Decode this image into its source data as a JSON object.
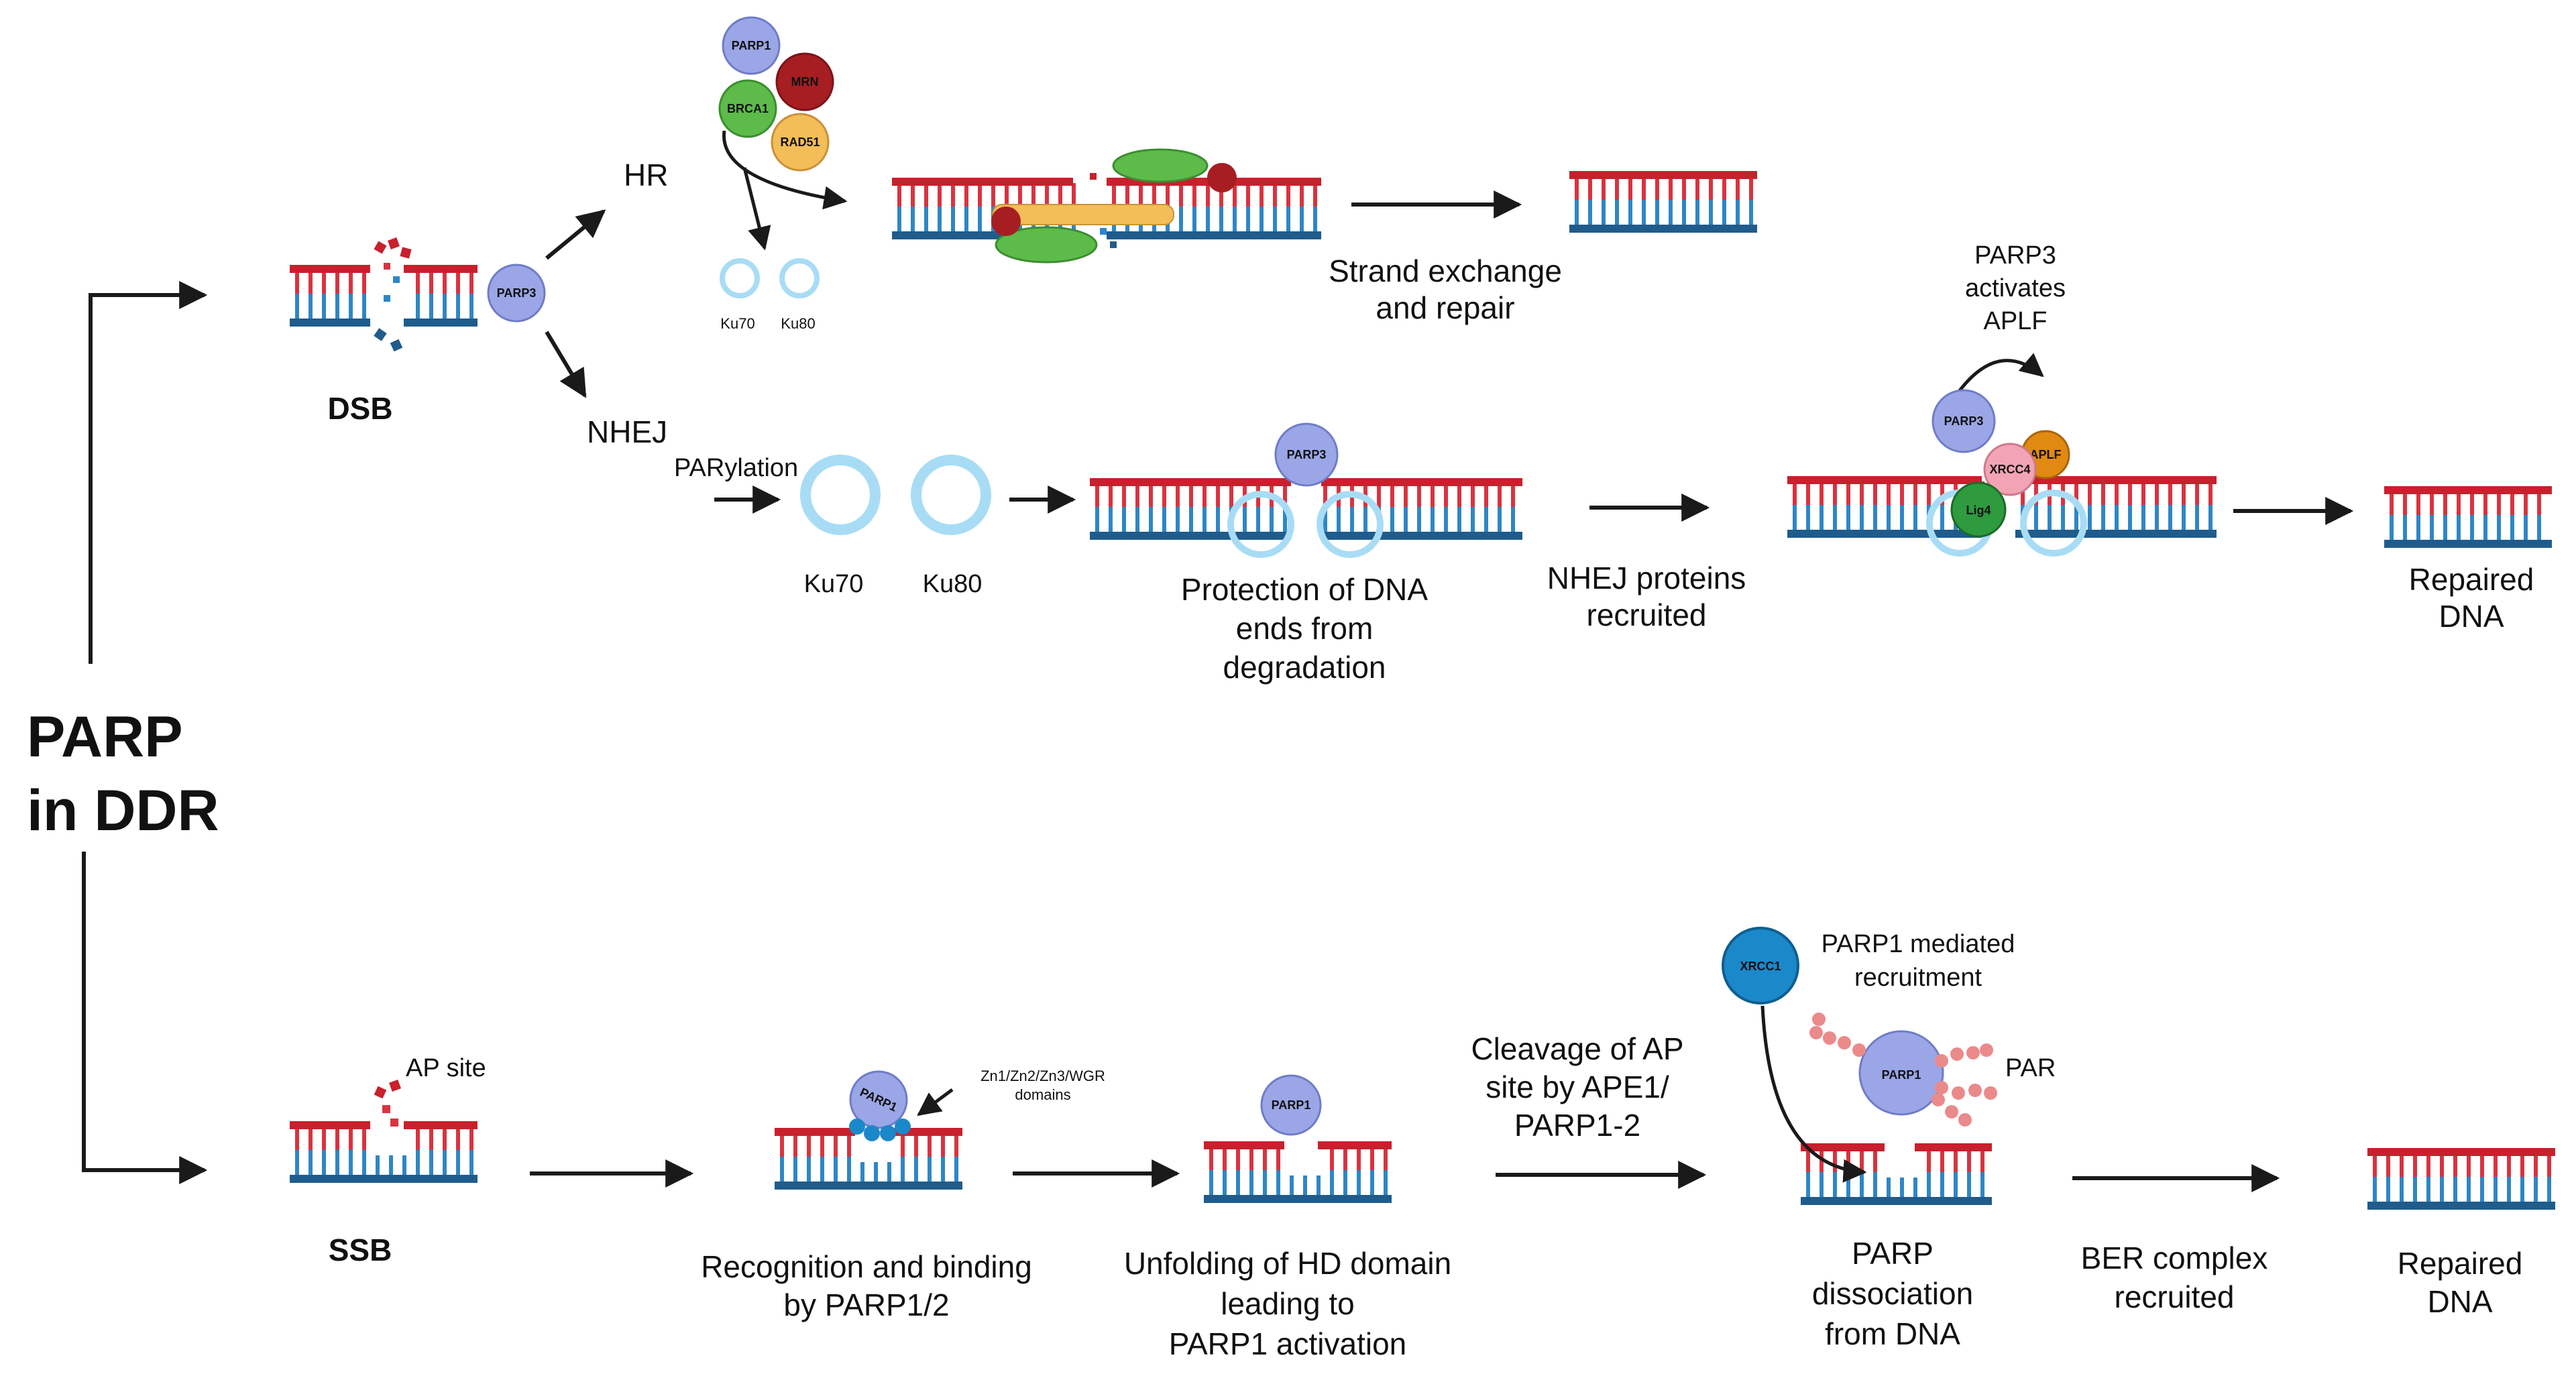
{
  "title_line1": "PARP",
  "title_line2": "in DDR",
  "dsb": {
    "label": "DSB",
    "hr": "HR",
    "nhej": "NHEJ",
    "parylation": "PARylation",
    "ku70": "Ku70",
    "ku80": "Ku80",
    "strand_exchange_1": "Strand exchange",
    "strand_exchange_2": "and repair",
    "protection_1": "Protection of DNA",
    "protection_2": "ends from",
    "protection_3": "degradation",
    "nhej_recruited_1": "NHEJ proteins",
    "nhej_recruited_2": "recruited",
    "parp3_activates_1": "PARP3",
    "parp3_activates_2": "activates",
    "parp3_activates_3": "APLF",
    "repaired_1": "Repaired",
    "repaired_2": "DNA"
  },
  "ssb": {
    "label": "SSB",
    "ap_site": "AP site",
    "domains_1": "Zn1/Zn2/Zn3/WGR",
    "domains_2": "domains",
    "recognition_1": "Recognition and binding",
    "recognition_2": "by PARP1/2",
    "unfolding_1": "Unfolding of HD domain",
    "unfolding_2": "leading to",
    "unfolding_3": "PARP1 activation",
    "cleavage_1": "Cleavage of AP",
    "cleavage_2": "site by APE1/",
    "cleavage_3": "PARP1-2",
    "recruitment_1": "PARP1 mediated",
    "recruitment_2": "recruitment",
    "par": "PAR",
    "dissociation_1": "PARP",
    "dissociation_2": "dissociation",
    "dissociation_3": "from DNA",
    "ber_1": "BER complex",
    "ber_2": "recruited",
    "repaired_1": "Repaired",
    "repaired_2": "DNA"
  },
  "proteins": {
    "parp1": "PARP1",
    "parp3": "PARP3",
    "mrn": "MRN",
    "brca1": "BRCA1",
    "rad51": "RAD51",
    "xrcc4": "XRCC4",
    "aplf": "APLF",
    "lig4": "Lig4",
    "xrcc1": "XRCC1",
    "ku70_small": "Ku70",
    "ku80_small": "Ku80"
  },
  "colors": {
    "dna_top": "#c8202d",
    "dna_bottom": "#1f5c8c",
    "rung_top": "#d9333f",
    "rung_bottom": "#2f86c6",
    "parp": "#9aa6e6",
    "mrn": "#a61e22",
    "brca1": "#5dbb4a",
    "rad51": "#f3bd58",
    "ku_ring": "#a8dcf5",
    "xrcc4": "#f2a3b4",
    "aplf": "#e08a12",
    "lig4": "#2e9b3e",
    "xrcc1": "#1b88c9",
    "par_chain": "#eb8a8a"
  }
}
